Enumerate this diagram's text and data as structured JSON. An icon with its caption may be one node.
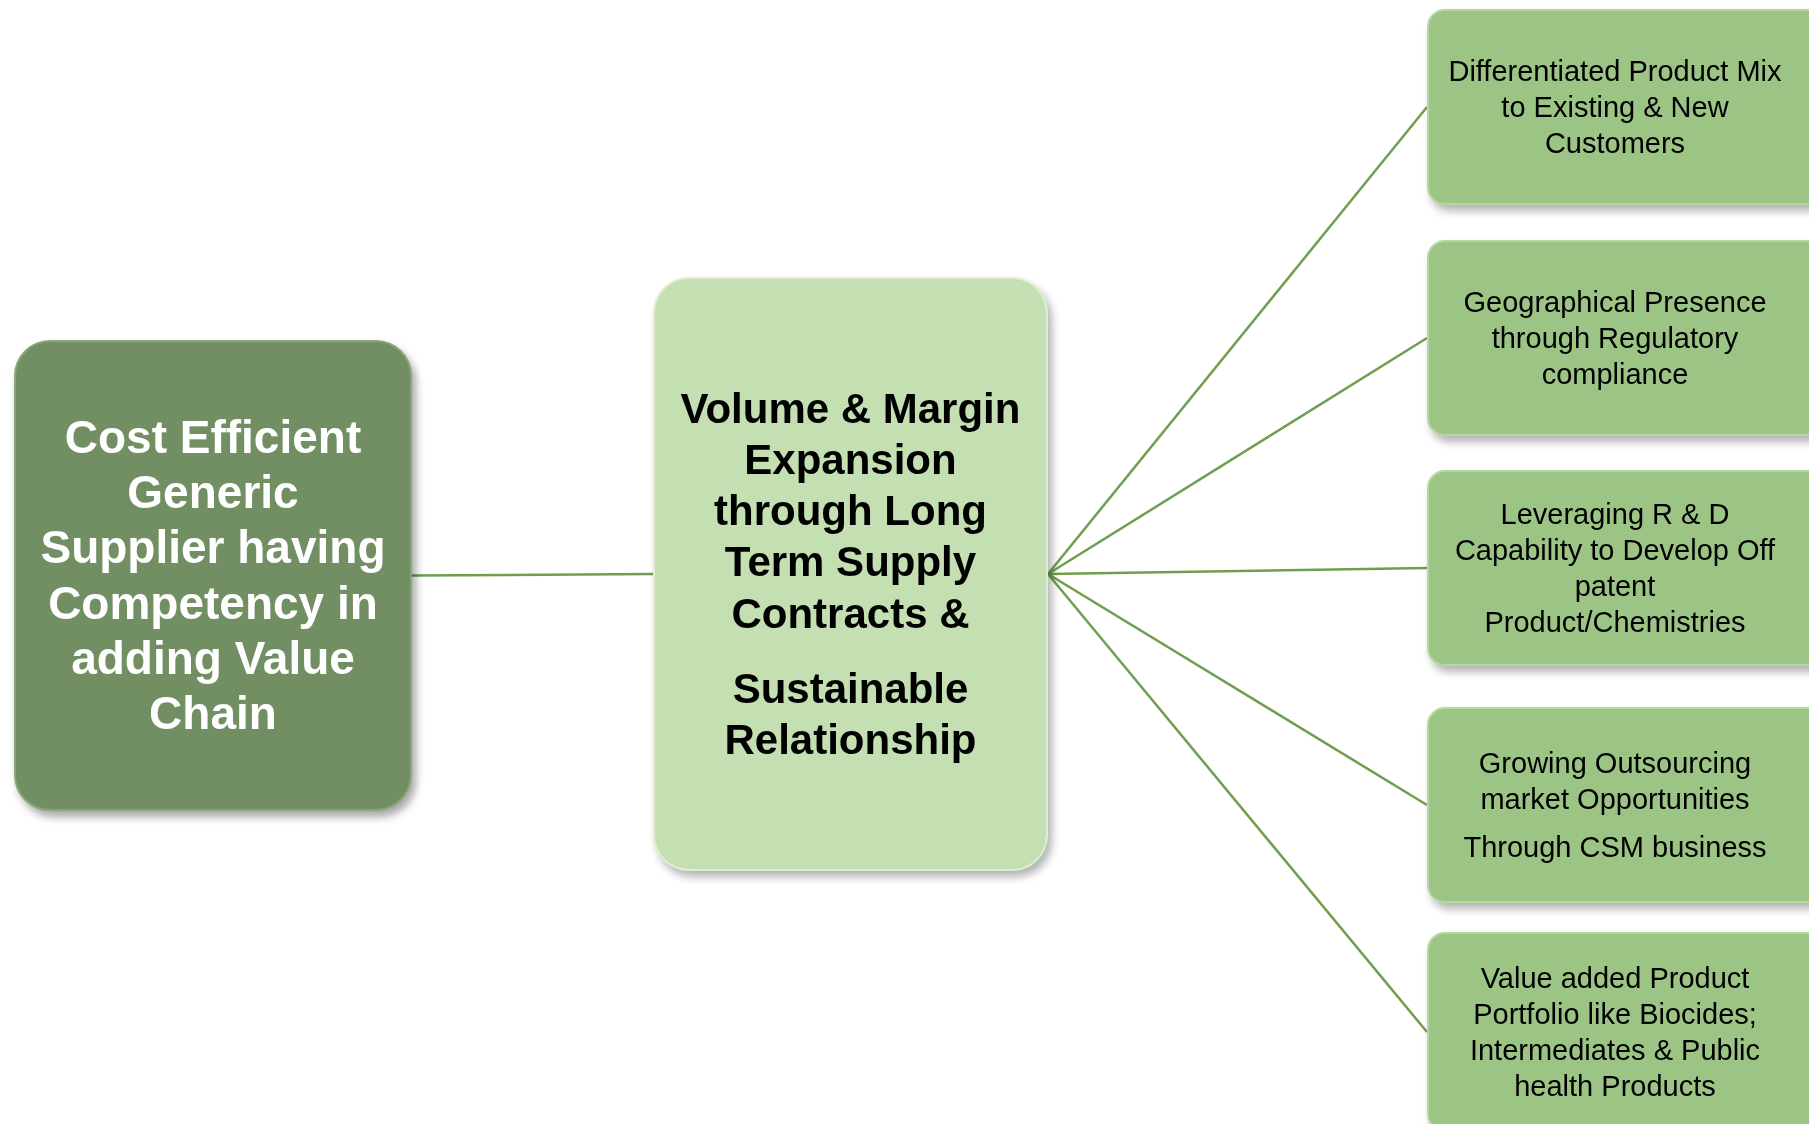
{
  "diagram": {
    "nodes": [
      {
        "text": [
          "Cost Efficient Generic Supplier having Competency in adding Value Chain"
        ]
      },
      {
        "text": [
          "Volume & Margin Expansion through Long Term Supply Contracts &",
          "Sustainable Relationship"
        ]
      },
      {
        "text": [
          "Differentiated Product Mix to Existing & New Customers"
        ]
      },
      {
        "text": [
          "Geographical Presence through Regulatory compliance"
        ]
      },
      {
        "text": [
          "Leveraging R & D Capability to Develop Off patent Product/Chemistries"
        ]
      },
      {
        "text": [
          "Growing Outsourcing market Opportunities",
          "Through CSM business"
        ]
      },
      {
        "text": [
          "Value added Product Portfolio like Biocides; Intermediates & Public health Products"
        ]
      }
    ],
    "edges": [
      {
        "from": 0,
        "to": 1,
        "arrow": "none"
      },
      {
        "from": 1,
        "to": 2,
        "arrow": "none"
      },
      {
        "from": 1,
        "to": 3,
        "arrow": "none"
      },
      {
        "from": 1,
        "to": 4,
        "arrow": "none"
      },
      {
        "from": 1,
        "to": 5,
        "arrow": "none"
      },
      {
        "from": 1,
        "to": 6,
        "arrow": "none"
      }
    ]
  }
}
